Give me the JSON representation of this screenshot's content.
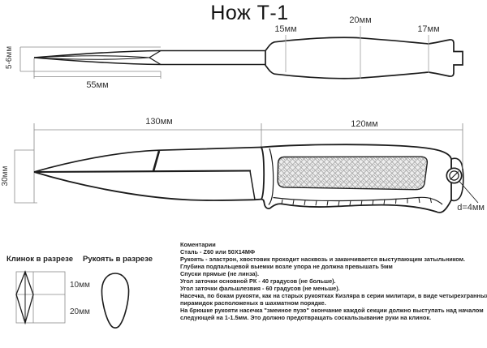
{
  "title": "Нож Т-1",
  "colors": {
    "outline": "#1c1c1c",
    "dimension_lines": "#8a8a8a",
    "texture_fill": "#ededed",
    "texture_line": "#9a9a9a"
  },
  "top_view": {
    "thickness_label": "5-6мм",
    "tip_grind_length_label": "55мм",
    "handle_front_label": "15мм",
    "handle_middle_label": "20мм",
    "handle_rear_label": "17мм"
  },
  "side_view": {
    "blade_length_label": "130мм",
    "handle_length_label": "120мм",
    "blade_height_label": "30мм",
    "hole_diameter_label": "d=4мм"
  },
  "cross_sections": {
    "blade_section_title": "Клинок в разрезе",
    "handle_section_title": "Рукоять в разрезе",
    "spine_part_label": "10мм",
    "edge_part_label": "20мм"
  },
  "comments": {
    "heading": "Коментарии",
    "lines": [
      "Сталь - Z60 или 50Х14МФ",
      "Рукоять - эластрон, хвостовик проходит насквозь и заканчивается выступающим затыльником.",
      "Глубина подпальцевой выемки возле упора не должна превышать 5мм",
      "Спуски прямые (не линза).",
      "Угол заточки основной РК - 40 градусов (не больше).",
      "Угол заточки фальшлезвия - 60 градусов (не меньше).",
      "Насечка, по бокам рукояти, как на старых рукоятках Кизляра в серии милитари, в виде четырехгранных",
      "пирамидок расположеных в шахматном порядке.",
      "На брюшке рукояти насечка \"змеиное пузо\" окончание каждой секции должно выступать над началом",
      "следующей на 1-1.5мм. Это должно предотвращать соскальзывание руки на клинок."
    ]
  }
}
